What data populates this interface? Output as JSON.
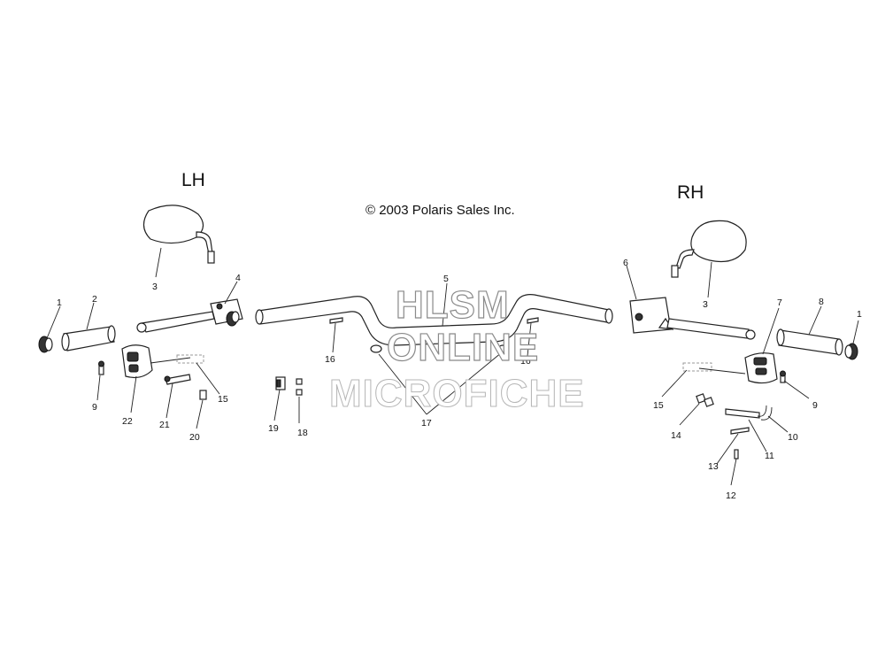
{
  "side_labels": {
    "left": "LH",
    "right": "RH"
  },
  "copyright": "© 2003 Polaris Sales Inc.",
  "watermark": [
    "HLSM",
    "ONLINE",
    "MICROFICHE"
  ],
  "callouts": [
    "1",
    "2",
    "3",
    "4",
    "22",
    "9",
    "15",
    "21",
    "20",
    "5",
    "16",
    "19",
    "18",
    "17",
    "16",
    "6",
    "3",
    "7",
    "8",
    "1",
    "15",
    "9",
    "14",
    "10",
    "11",
    "13",
    "12"
  ]
}
